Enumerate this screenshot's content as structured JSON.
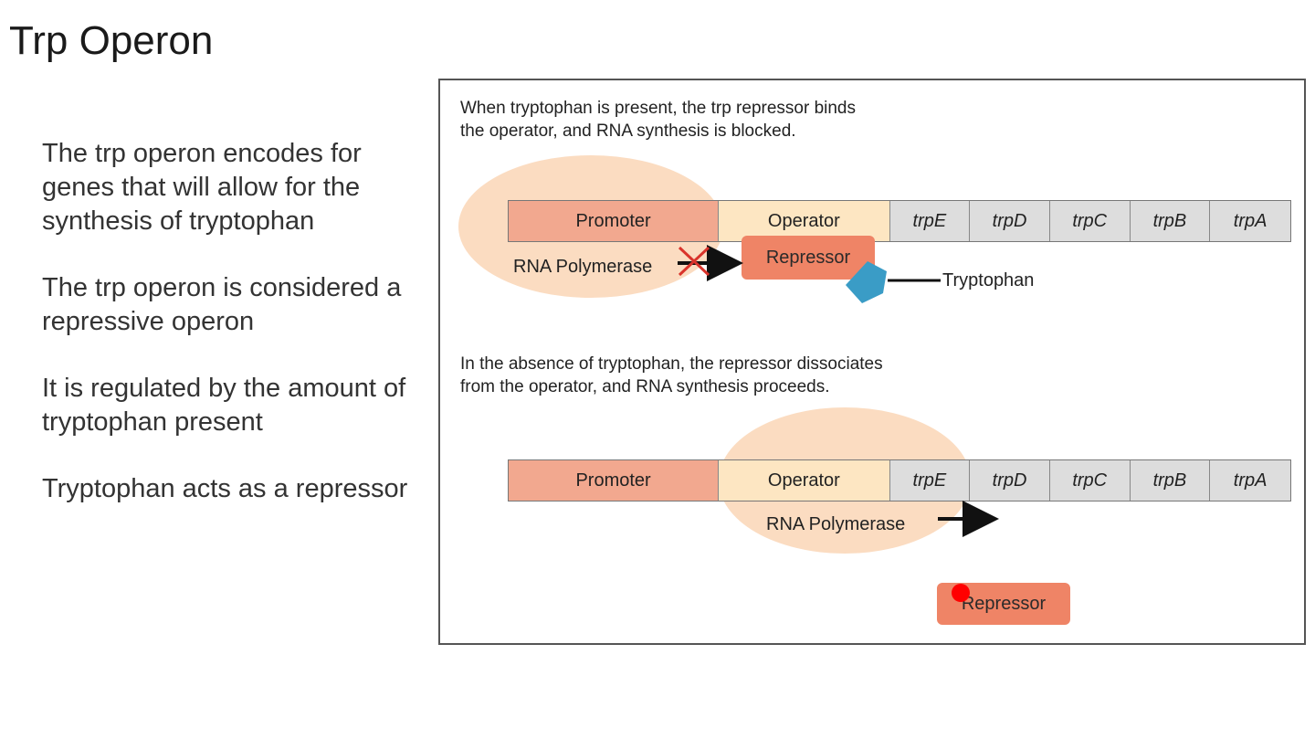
{
  "slide": {
    "title": "Trp Operon",
    "bullets": [
      "The trp operon encodes for genes that will allow for the synthesis of tryptophan",
      "The trp operon is considered a repressive operon",
      "It is regulated by the amount of tryptophan present",
      "Tryptophan acts as a repressor"
    ]
  },
  "figure": {
    "top_panel": {
      "caption_line1": "When tryptophan is present, the trp repressor binds",
      "caption_line2": "the operator, and RNA synthesis is blocked.",
      "polymerase_label": "RNA Polymerase",
      "repressor_label": "Repressor",
      "tryptophan_label": "Tryptophan"
    },
    "bottom_panel": {
      "caption_line1": "In the absence of tryptophan, the repressor dissociates",
      "caption_line2": "from the operator, and RNA synthesis proceeds.",
      "polymerase_label": "RNA Polymerase",
      "repressor_label": "Repressor"
    },
    "segments": {
      "promoter": "Promoter",
      "operator": "Operator",
      "genes": [
        "trpE",
        "trpD",
        "trpC",
        "trpB",
        "trpA"
      ]
    },
    "colors": {
      "promoter": "#f2a88f",
      "operator": "#fde6c2",
      "gene": "#dddddd",
      "repressor": "#ef8466",
      "tryptophan": "#3a9cc6",
      "blocked_x": "#d9332b",
      "pointer_dot": "#ff0000"
    }
  }
}
